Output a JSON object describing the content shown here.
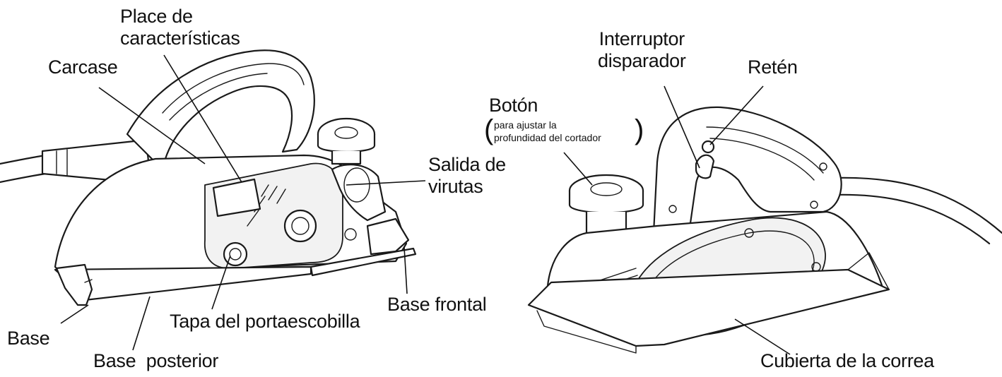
{
  "left_tool": {
    "labels": {
      "place": "Place de\ncaracterísticas",
      "carcase": "Carcase",
      "salida": "Salida de\nvirutas",
      "base_frontal": "Base frontal",
      "tapa": "Tapa del portaescobilla",
      "base": "Base",
      "base_posterior": "Base  posterior"
    }
  },
  "right_tool": {
    "labels": {
      "interruptor": "Interruptor\ndisparador",
      "reten": "Retén",
      "boton": "Botón",
      "boton_note_1": "para ajustar la",
      "boton_note_2": "profundidad del cortador",
      "cubierta": "Cubierta de la correa"
    }
  },
  "colors": {
    "line": "#1a1a1a",
    "background": "#ffffff"
  }
}
